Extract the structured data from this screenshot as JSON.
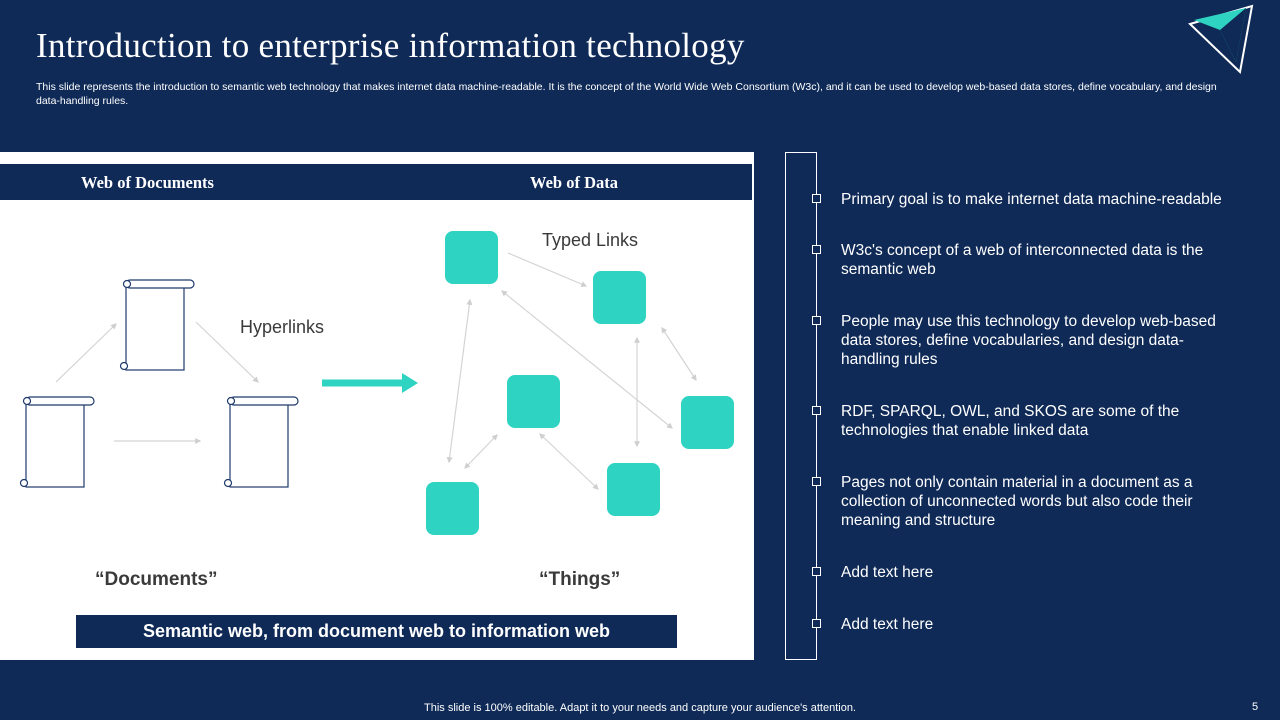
{
  "slide": {
    "title": "Introduction to enterprise information technology",
    "subtitle": "This slide represents the introduction to semantic web technology that makes internet data machine-readable. It is the concept of the World Wide Web Consortium (W3c), and it can be used to develop web-based data stores, define vocabulary, and design data-handling rules.",
    "footer": "This slide is 100% editable. Adapt it to your needs and capture your audience's attention.",
    "page_number": "5"
  },
  "diagram": {
    "header_left": "Web of Documents",
    "header_right": "Web of Data",
    "hyperlinks_label": "Hyperlinks",
    "typed_links_label": "Typed Links",
    "documents_label": "“Documents”",
    "things_label": "“Things”",
    "bottom_caption": "Semantic web, from document web to information web"
  },
  "points": [
    "Primary goal is to make internet data machine-readable",
    "W3c's concept of a web of interconnected data is the semantic web",
    "People may use this technology to develop web-based data stores, define vocabularies, and design data-handling rules",
    "RDF, SPARQL, OWL, and SKOS are some of the technologies that enable linked data",
    "Pages not only contain material in a document as a collection of unconnected words but also code their meaning and structure",
    "Add text here",
    "Add text here"
  ],
  "colors": {
    "background": "#0f2a57",
    "accent": "#2ed3c1",
    "panel": "#ffffff"
  }
}
